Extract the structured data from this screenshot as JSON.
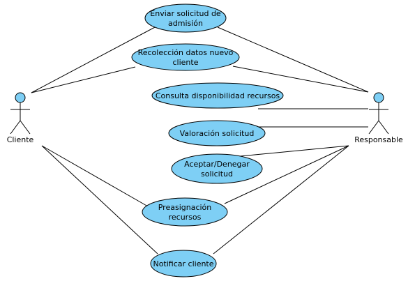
{
  "actors": [
    {
      "id": "cliente",
      "name": "Cliente"
    },
    {
      "id": "responsable",
      "name": "Responsable"
    }
  ],
  "use_cases": [
    {
      "id": "enviar-solicitud",
      "lines": [
        "Enviar solicitud de",
        "admisión"
      ]
    },
    {
      "id": "recoleccion-datos",
      "lines": [
        "Recolección datos nuevo",
        "cliente"
      ]
    },
    {
      "id": "consulta-disponibilidad",
      "lines": [
        "Consulta disponibilidad recursos"
      ]
    },
    {
      "id": "valoracion-solicitud",
      "lines": [
        "Valoración solicitud"
      ]
    },
    {
      "id": "aceptar-denegar",
      "lines": [
        "Aceptar/Denegar",
        "solicitud"
      ]
    },
    {
      "id": "preasignacion",
      "lines": [
        "Preasignación",
        "recursos"
      ]
    },
    {
      "id": "notificar-cliente",
      "lines": [
        "Notificar cliente"
      ]
    }
  ],
  "associations": [
    {
      "actor": "cliente",
      "use_case": "enviar-solicitud"
    },
    {
      "actor": "cliente",
      "use_case": "recoleccion-datos"
    },
    {
      "actor": "cliente",
      "use_case": "preasignacion"
    },
    {
      "actor": "cliente",
      "use_case": "notificar-cliente"
    },
    {
      "actor": "responsable",
      "use_case": "enviar-solicitud"
    },
    {
      "actor": "responsable",
      "use_case": "recoleccion-datos"
    },
    {
      "actor": "responsable",
      "use_case": "consulta-disponibilidad"
    },
    {
      "actor": "responsable",
      "use_case": "valoracion-solicitud"
    },
    {
      "actor": "responsable",
      "use_case": "aceptar-denegar"
    },
    {
      "actor": "responsable",
      "use_case": "preasignacion"
    },
    {
      "actor": "responsable",
      "use_case": "notificar-cliente"
    }
  ],
  "colors": {
    "use_case_fill": "#7ecff5",
    "actor_head_fill": "#7ecff5",
    "stroke": "#000000"
  }
}
